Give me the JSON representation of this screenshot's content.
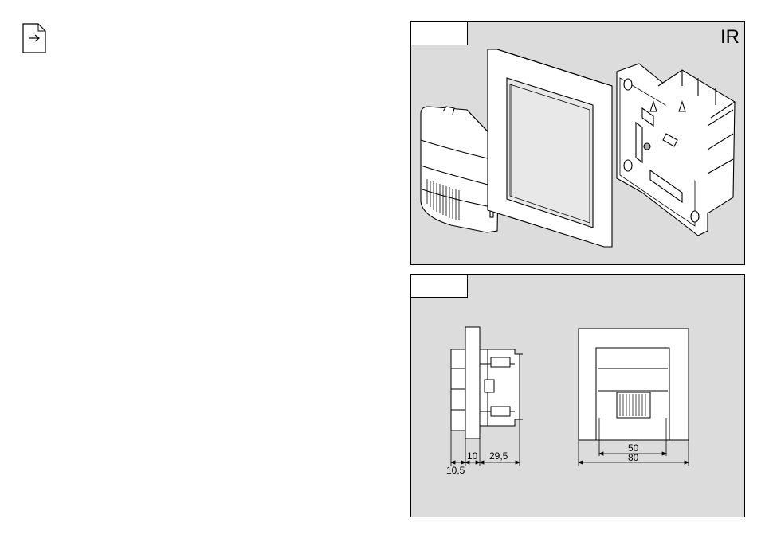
{
  "panel1": {
    "tab_label": "",
    "corner_label": "IR"
  },
  "panel2": {
    "tab_label": "",
    "dimensions": {
      "side_depth_front": "10,5",
      "side_depth_frame": "10",
      "side_depth_body": "29,5",
      "front_inner_width": "50",
      "front_outer_width": "80"
    }
  },
  "icons": {
    "document": "document-arrow-icon"
  }
}
